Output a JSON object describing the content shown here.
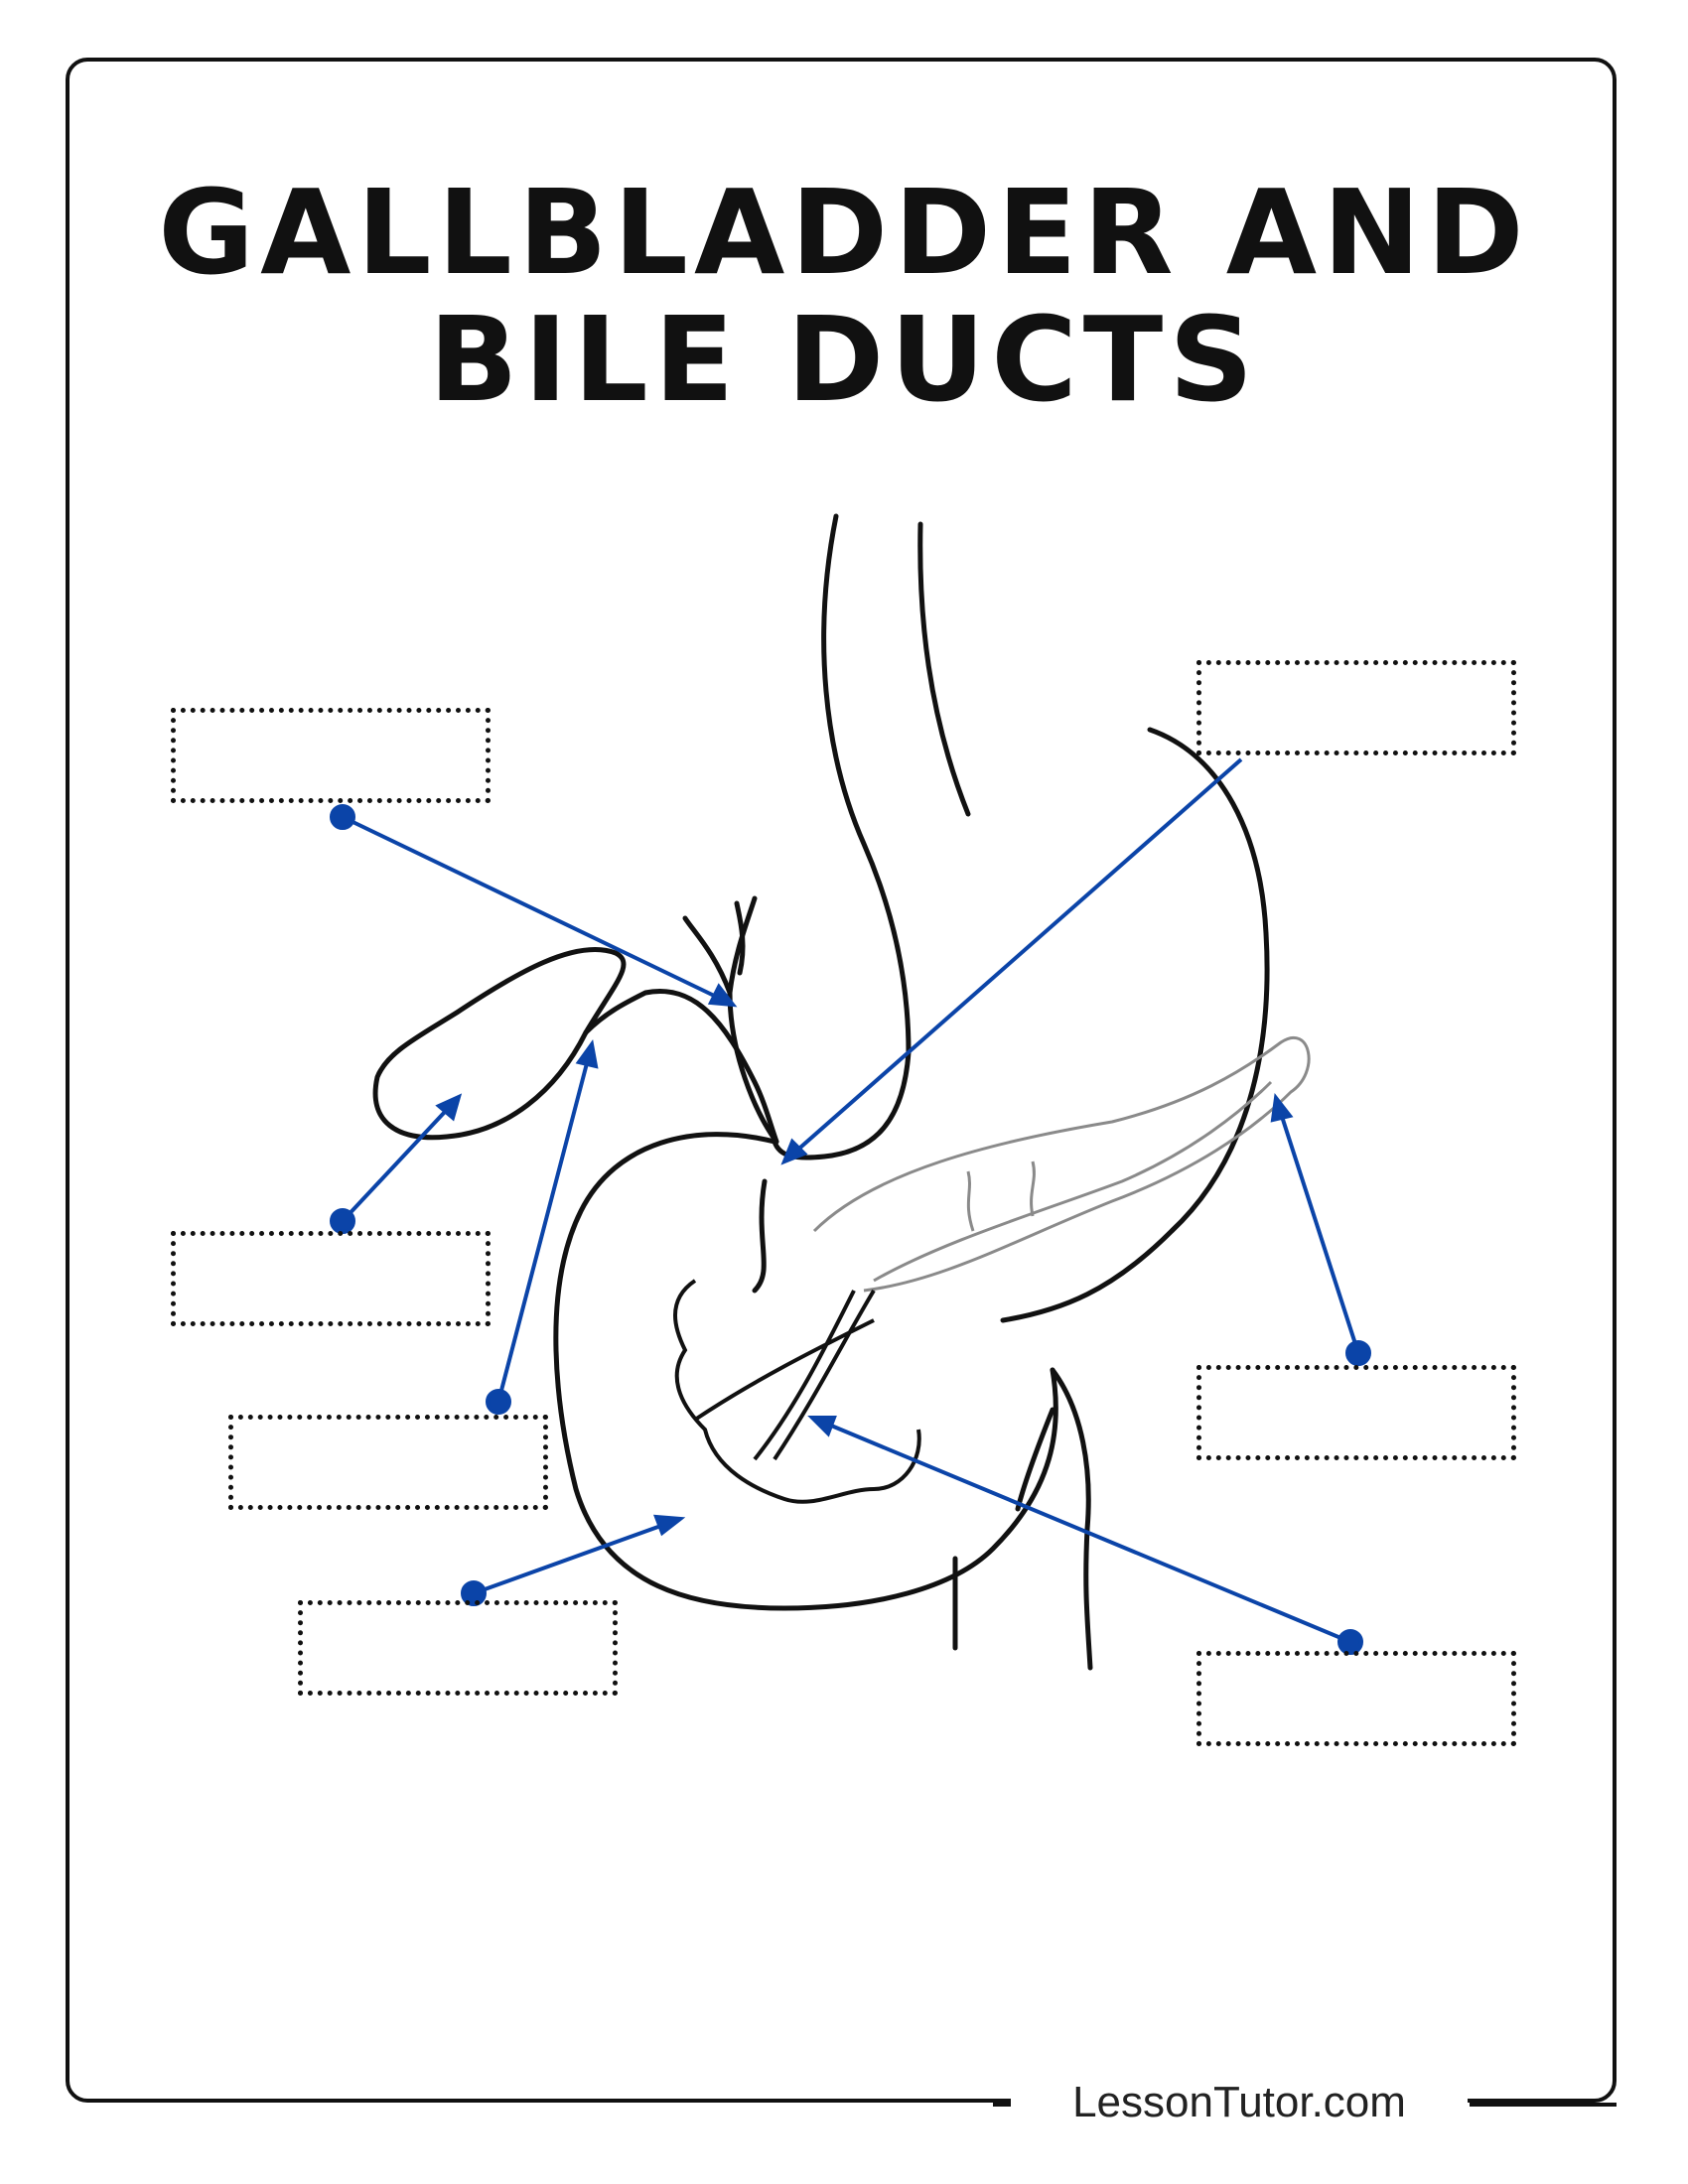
{
  "worksheet": {
    "title_lines": [
      "GALLBLADDER AND",
      "BILE DUCTS"
    ],
    "footer": "LessonTutor.com",
    "colors": {
      "outline": "#111111",
      "pointer": "#0b44a8",
      "pancreas": "#8a8a8a"
    }
  },
  "label_boxes": [
    {
      "id": "top-left",
      "text": ""
    },
    {
      "id": "top-right",
      "text": ""
    },
    {
      "id": "mid-left-upper",
      "text": ""
    },
    {
      "id": "mid-left-lower",
      "text": ""
    },
    {
      "id": "bottom-left",
      "text": ""
    },
    {
      "id": "mid-right",
      "text": ""
    },
    {
      "id": "bottom-right",
      "text": ""
    }
  ]
}
